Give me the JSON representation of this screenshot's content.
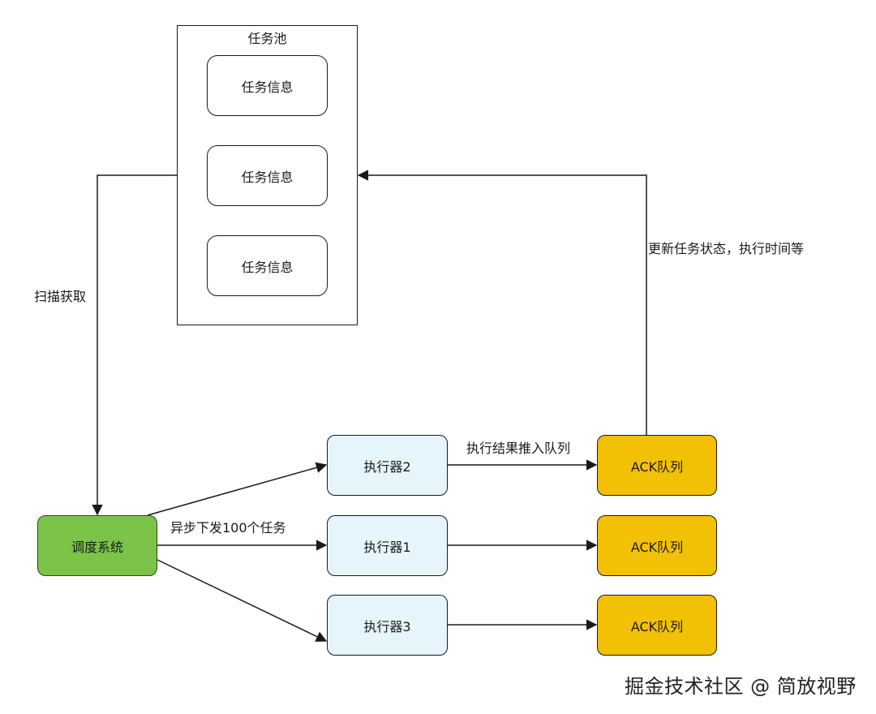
{
  "diagram": {
    "pool": {
      "title": "任务池",
      "items": [
        "任务信息",
        "任务信息",
        "任务信息"
      ]
    },
    "scheduler": {
      "label": "调度系统",
      "color": "#7cc449"
    },
    "executors": [
      {
        "label": "执行器2",
        "color": "#e6f4fc"
      },
      {
        "label": "执行器1",
        "color": "#e6f4fc"
      },
      {
        "label": "执行器3",
        "color": "#e6f4fc"
      }
    ],
    "acks": [
      {
        "label": "ACK队列",
        "color": "#f2c004"
      },
      {
        "label": "ACK队列",
        "color": "#f2c004"
      },
      {
        "label": "ACK队列",
        "color": "#f2c004"
      }
    ],
    "edge_labels": {
      "scan": "扫描获取",
      "dispatch": "异步下发100个任务",
      "push": "执行结果推入队列",
      "update": "更新任务状态，执行时间等"
    }
  },
  "watermark": "掘金技术社区 @ 简放视野"
}
